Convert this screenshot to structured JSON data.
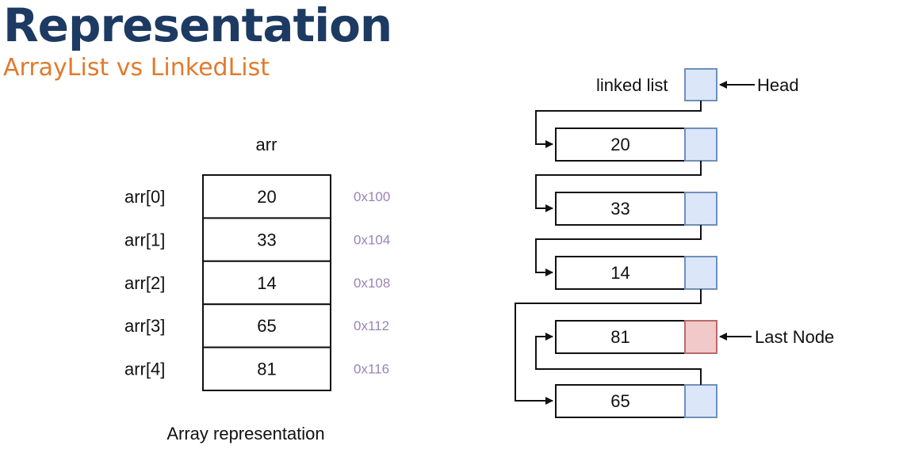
{
  "header": {
    "title": "Representation",
    "subtitle": "ArrayList vs LinkedList",
    "title_color": "#1d3a63",
    "subtitle_color": "#e07b2e"
  },
  "array": {
    "name": "arr",
    "caption": "Array representation",
    "address_color": "#9a84b5",
    "cells": [
      {
        "index_label": "arr[0]",
        "value": "20",
        "address": "0x100"
      },
      {
        "index_label": "arr[1]",
        "value": "33",
        "address": "0x104"
      },
      {
        "index_label": "arr[2]",
        "value": "14",
        "address": "0x108"
      },
      {
        "index_label": "arr[3]",
        "value": "65",
        "address": "0x112"
      },
      {
        "index_label": "arr[4]",
        "value": "81",
        "address": "0x116"
      }
    ]
  },
  "linked_list": {
    "label": "linked list",
    "head_label": "Head",
    "last_node_label": "Last Node",
    "pointer_color": "#dbe7f8",
    "pointer_stroke": "#6f8fb8",
    "last_pointer_color": "#f2c9c9",
    "last_pointer_stroke": "#b86a6a",
    "nodes": [
      {
        "value": "20"
      },
      {
        "value": "33"
      },
      {
        "value": "14"
      },
      {
        "value": "81",
        "is_last": true
      },
      {
        "value": "65"
      }
    ]
  }
}
